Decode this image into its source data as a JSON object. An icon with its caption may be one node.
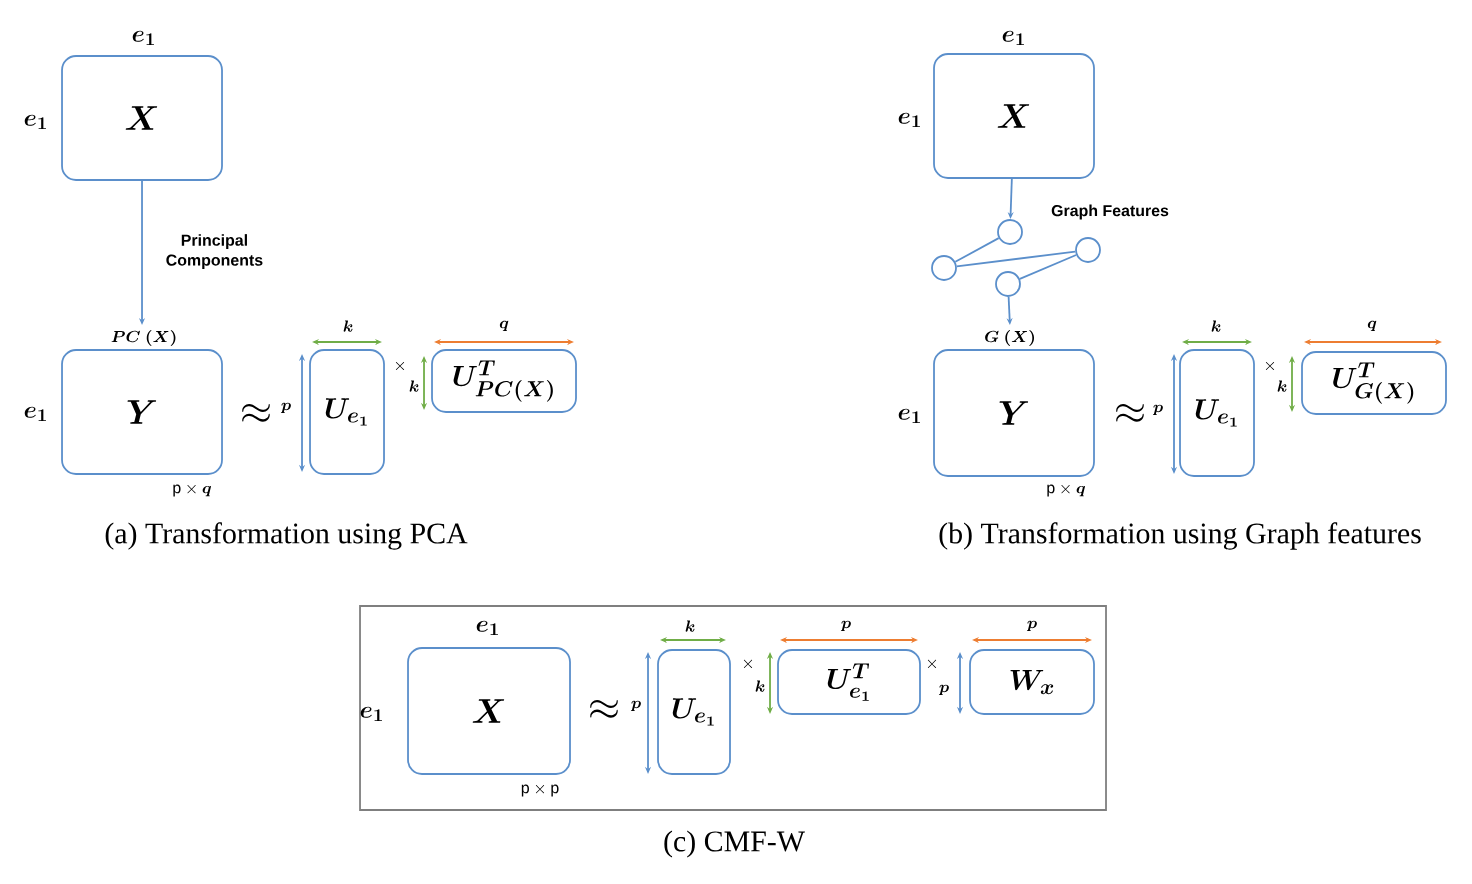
{
  "diagram": {
    "nodes": [
      {
        "text": [
          "\\boldsymbol{X}"
        ],
        "beside": [
          "\\boldsymbol{e_1}",
          "\\boldsymbol{e_1}"
        ]
      },
      {
        "text": [
          "\\boldsymbol{Y}"
        ],
        "beside": [
          "\\boldsymbol{PC\\ (X)}",
          "\\boldsymbol{e_1}",
          "\\mathrm{p}\\times\\boldsymbol{q}"
        ]
      },
      {
        "text": [
          "\\boldsymbol{U_{e_1}}"
        ],
        "beside": [
          "\\boldsymbol{k}",
          "\\boldsymbol{p}"
        ]
      },
      {
        "text": [
          "\\boldsymbol{U^{T}_{PC(X)}}"
        ],
        "beside": [
          "\\boldsymbol{q}",
          "\\boldsymbol{k}"
        ]
      },
      {
        "text": [
          "\\boldsymbol{X}"
        ],
        "beside": [
          "\\boldsymbol{e_1}",
          "\\boldsymbol{e_1}"
        ]
      },
      {
        "text": [],
        "shape": "circle"
      },
      {
        "text": [],
        "shape": "circle"
      },
      {
        "text": [],
        "shape": "circle"
      },
      {
        "text": [],
        "shape": "circle"
      },
      {
        "text": [
          "\\boldsymbol{Y}"
        ],
        "beside": [
          "\\boldsymbol{G\\ (X)}",
          "\\boldsymbol{e_1}",
          "\\mathrm{p}\\times\\boldsymbol{q}"
        ]
      },
      {
        "text": [
          "\\boldsymbol{U_{e_1}}"
        ],
        "beside": [
          "\\boldsymbol{k}",
          "\\boldsymbol{p}"
        ]
      },
      {
        "text": [
          "\\boldsymbol{U^{T}_{G(X)}}"
        ],
        "beside": [
          "\\boldsymbol{q}",
          "\\boldsymbol{k}"
        ]
      },
      {
        "text": [],
        "shape": "box"
      },
      {
        "text": [
          "\\boldsymbol{X}"
        ],
        "in": 12,
        "beside": [
          "\\boldsymbol{e_1}",
          "\\boldsymbol{e_1}",
          "\\mathrm{p}\\times\\mathrm{p}"
        ]
      },
      {
        "text": [
          "\\boldsymbol{U_{e_1}}"
        ],
        "in": 12,
        "beside": [
          "\\boldsymbol{k}",
          "\\boldsymbol{p}"
        ]
      },
      {
        "text": [
          "\\boldsymbol{U^{T}_{e_1}}"
        ],
        "in": 12,
        "beside": [
          "\\boldsymbol{p}",
          "\\boldsymbol{k}"
        ]
      },
      {
        "text": [
          "\\boldsymbol{W_{x}}"
        ],
        "in": 12,
        "beside": [
          "\\boldsymbol{p}",
          "\\boldsymbol{p}"
        ]
      }
    ],
    "edges": [
      {
        "from": 0,
        "to": 1,
        "arrow": "to",
        "label": "Principal Components"
      },
      {
        "from": 4,
        "to": 6,
        "arrow": "to"
      },
      {
        "from": 6,
        "to": 5,
        "arrow": "none"
      },
      {
        "from": 5,
        "to": 8,
        "arrow": "none"
      },
      {
        "from": 8,
        "to": 7,
        "arrow": "none"
      },
      {
        "from": 7,
        "to": 9,
        "arrow": "to"
      }
    ],
    "labels": [
      "\\approx",
      "\\times",
      "Graph Features",
      "\\approx",
      "\\times",
      "\\approx",
      "\\times",
      "\\times",
      "(a) Transformation using PCA",
      "(b) Transformation using Graph features",
      "(c) CMF-W"
    ]
  }
}
